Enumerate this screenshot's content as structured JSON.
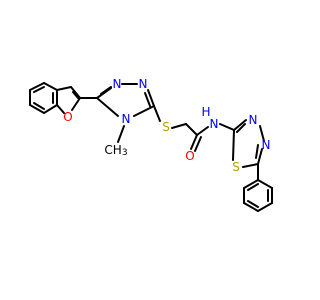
{
  "molecule": {
    "atoms": {
      "O_furan": "O",
      "N_triazole_top": "N",
      "N_triazole_right": "N",
      "N_triazole_methyl": "N",
      "methyl": "CH",
      "methyl_sub": "3",
      "S_thioether": "S",
      "O_carbonyl": "O",
      "N_amide": "N",
      "H_amide": "H",
      "N_thiadiazole_top": "N",
      "N_thiadiazole_right": "N",
      "S_thiadiazole": "S"
    },
    "colors": {
      "bond": "#000000",
      "nitrogen": "#0000ff",
      "oxygen": "#ff0000",
      "sulfur": "#b8a000",
      "carbon": "#000000"
    }
  }
}
